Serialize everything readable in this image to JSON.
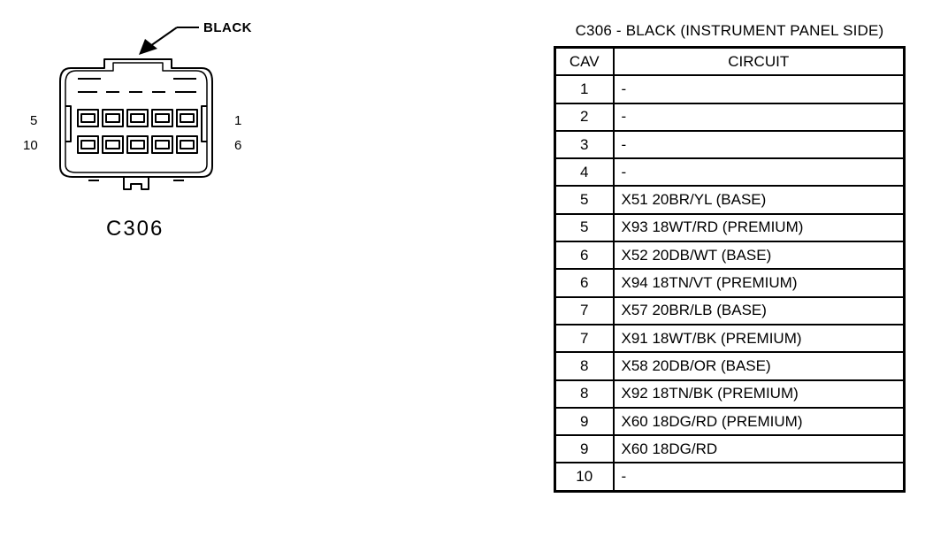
{
  "connector": {
    "name": "C306",
    "color_callout": "BLACK",
    "pin_labels": {
      "top_left": "5",
      "top_right": "1",
      "bottom_left": "10",
      "bottom_right": "6"
    }
  },
  "table": {
    "title": "C306 - BLACK (INSTRUMENT PANEL SIDE)",
    "headers": {
      "cav": "CAV",
      "circuit": "CIRCUIT"
    },
    "rows": [
      {
        "cav": "1",
        "circuit": "-"
      },
      {
        "cav": "2",
        "circuit": "-"
      },
      {
        "cav": "3",
        "circuit": "-"
      },
      {
        "cav": "4",
        "circuit": "-"
      },
      {
        "cav": "5",
        "circuit": "X51 20BR/YL (BASE)"
      },
      {
        "cav": "5",
        "circuit": "X93 18WT/RD (PREMIUM)"
      },
      {
        "cav": "6",
        "circuit": "X52 20DB/WT (BASE)"
      },
      {
        "cav": "6",
        "circuit": "X94 18TN/VT (PREMIUM)"
      },
      {
        "cav": "7",
        "circuit": "X57 20BR/LB (BASE)"
      },
      {
        "cav": "7",
        "circuit": "X91 18WT/BK (PREMIUM)"
      },
      {
        "cav": "8",
        "circuit": "X58 20DB/OR (BASE)"
      },
      {
        "cav": "8",
        "circuit": "X92 18TN/BK (PREMIUM)"
      },
      {
        "cav": "9",
        "circuit": "X60 18DG/RD (PREMIUM)"
      },
      {
        "cav": "9",
        "circuit": "X60 18DG/RD"
      },
      {
        "cav": "10",
        "circuit": "-"
      }
    ]
  }
}
